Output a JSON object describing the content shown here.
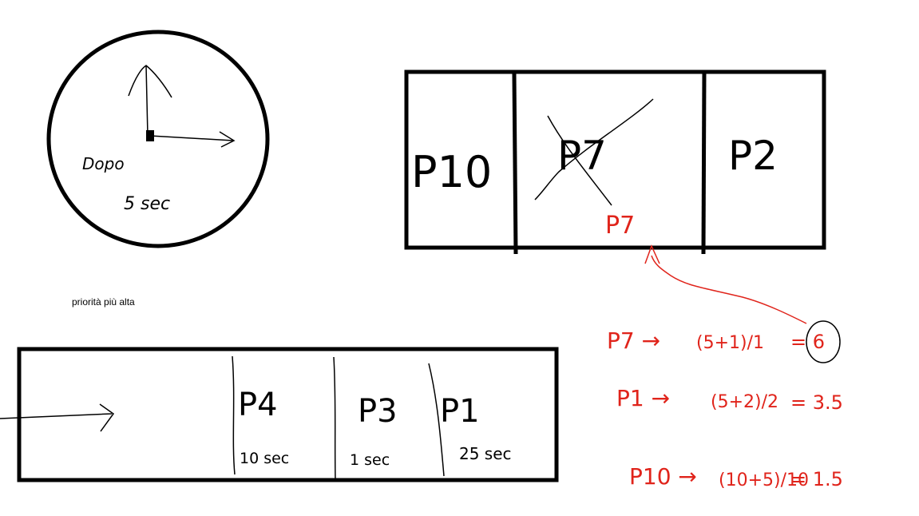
{
  "clock": {
    "note_line1": "Dopo",
    "note_line2": "5 sec"
  },
  "caption": "priorità più alta",
  "top_queue": {
    "cells": [
      "P10",
      "P7",
      "P2"
    ],
    "replacement_label": "P7"
  },
  "bottom_queue": {
    "processes": [
      {
        "name": "P4",
        "time": "10 sec"
      },
      {
        "name": "P3",
        "time": "1 sec"
      },
      {
        "name": "P1",
        "time": "25 sec"
      }
    ]
  },
  "calculations": [
    {
      "label": "P7 →",
      "fraction": "(5+1)/1",
      "result": "= 6"
    },
    {
      "label": "P1 →",
      "fraction": "(5+2)/2",
      "result": "= 3.5"
    },
    {
      "label": "P10 →",
      "fraction": "(10+5)/10",
      "result": "= 1.5"
    }
  ],
  "colors": {
    "ink": "#000000",
    "red": "#e0241b"
  }
}
